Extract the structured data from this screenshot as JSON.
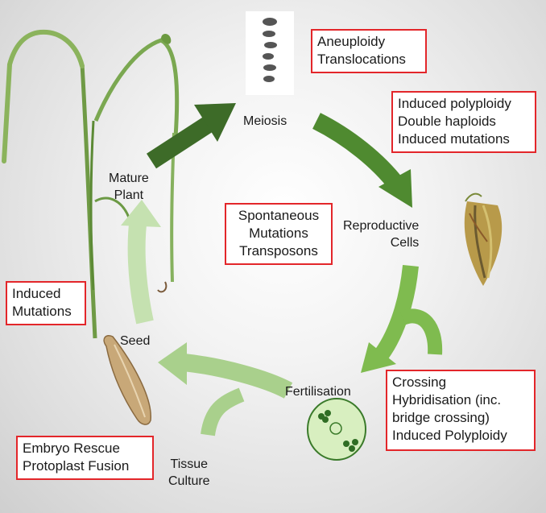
{
  "stages": {
    "meiosis": "Meiosis",
    "reproductive": [
      "Reproductive",
      "Cells"
    ],
    "fertilisation": "Fertilisation",
    "seed": "Seed",
    "tissue_culture": [
      "Tissue",
      "Culture"
    ],
    "mature_plant": [
      "Mature",
      "Plant"
    ]
  },
  "boxes": {
    "aneuploidy": [
      "Aneuploidy",
      "Translocations"
    ],
    "polyploidy": [
      "Induced polyploidy",
      "Double haploids",
      "Induced mutations"
    ],
    "spontaneous": [
      "Spontaneous",
      "Mutations",
      "Transposons"
    ],
    "induced_mutations": [
      "Induced",
      "Mutations"
    ],
    "crossing": [
      "Crossing",
      "Hybridisation (inc.",
      "bridge crossing)",
      "Induced Polyploidy"
    ],
    "embryo": [
      "Embryo Rescue",
      "Protoplast Fusion"
    ]
  },
  "colors": {
    "arrow_dark": "#3d6b28",
    "arrow_mid": "#5a9a35",
    "arrow_light": "#7fbb4f",
    "arrow_pale": "#a9d08c",
    "arrow_palest": "#c5e1b0",
    "box_border": "#e3262a"
  },
  "icons": [
    "chromosome-karyotype-icon",
    "wheat-spikelet-icon",
    "pollen-grain-icon",
    "seed-grain-icon",
    "grass-plant-icon"
  ]
}
